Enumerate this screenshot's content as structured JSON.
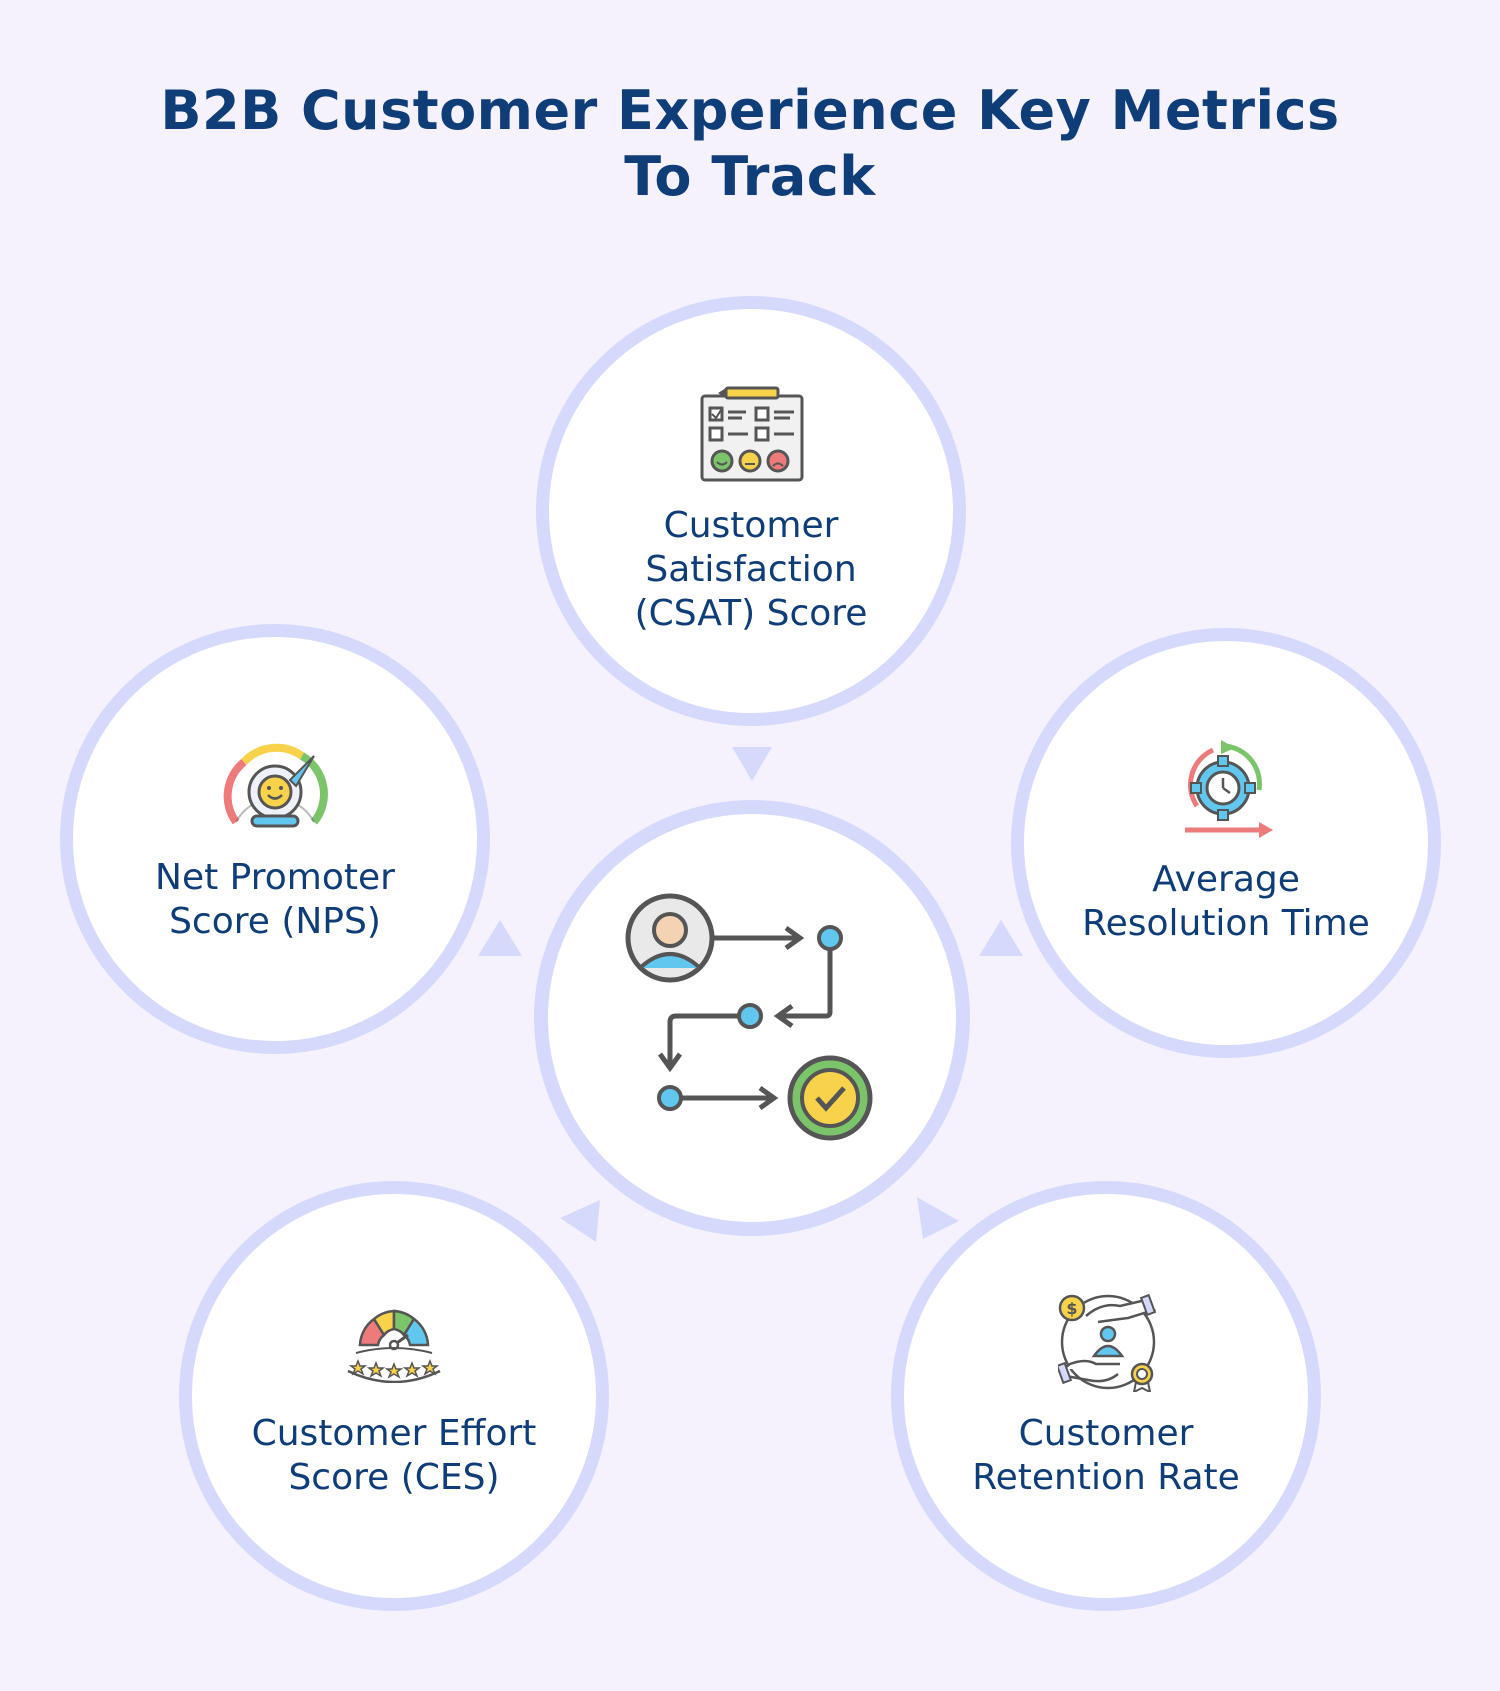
{
  "title": {
    "line1": "B2B Customer Experience Key Metrics",
    "line2": "To Track"
  },
  "metrics": {
    "csat": {
      "line1": "Customer",
      "line2": "Satisfaction",
      "line3": "(CSAT) Score",
      "icon": "survey-clipboard-icon"
    },
    "nps": {
      "line1": "Net Promoter",
      "line2": "Score (NPS)",
      "icon": "satisfaction-gauge-icon"
    },
    "art": {
      "line1": "Average",
      "line2": "Resolution Time",
      "icon": "clock-gear-cycle-icon"
    },
    "ces": {
      "line1": "Customer Effort",
      "line2": "Score (CES)",
      "icon": "rating-meter-icon"
    },
    "crr": {
      "line1": "Customer",
      "line2": "Retention Rate",
      "icon": "hands-customer-icon"
    }
  },
  "center": {
    "icon": "customer-journey-flow-icon"
  },
  "colors": {
    "background": "#f5f2fd",
    "circle_border": "#d5dafc",
    "arrow": "#d5dafc",
    "text": "#0f3d78",
    "accent_blue": "#62c7ef",
    "accent_green": "#7cc46a",
    "accent_yellow": "#f7d24a",
    "accent_red": "#ee7b7b"
  }
}
